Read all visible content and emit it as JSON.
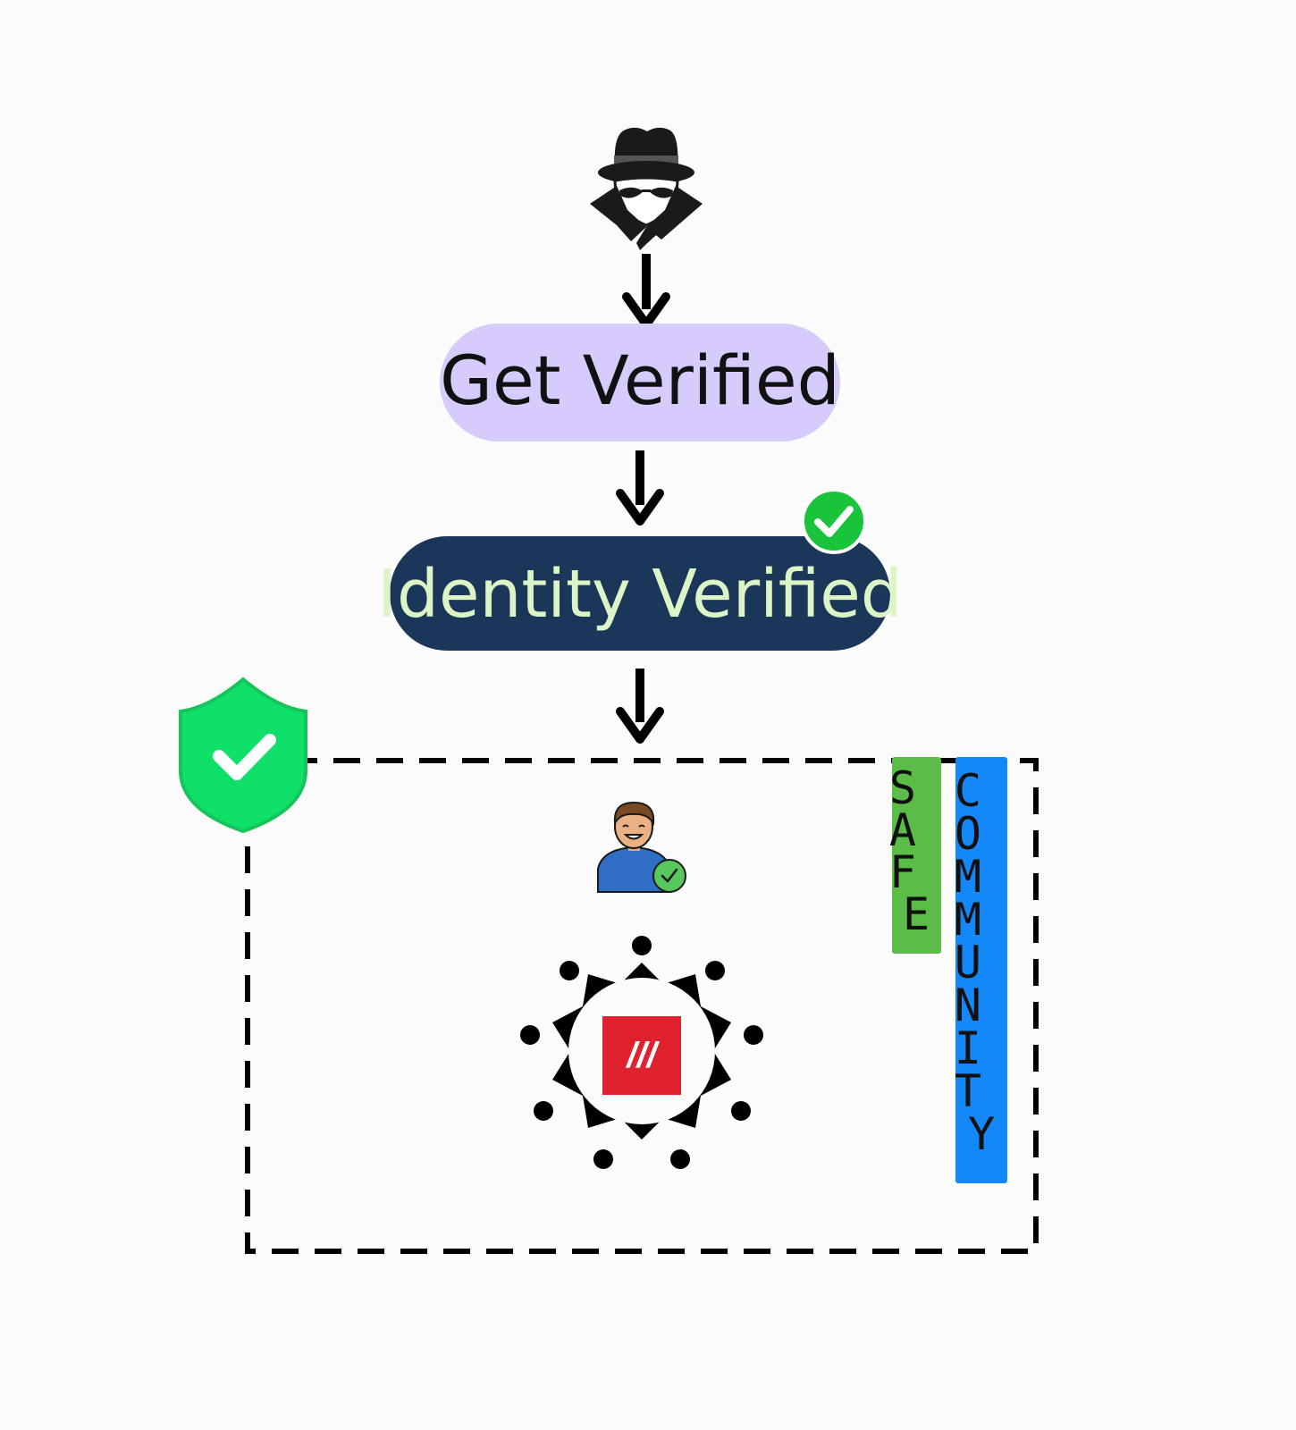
{
  "flow": {
    "step1_label": "Get Verified",
    "step2_label": "Identity Verified"
  },
  "community": {
    "safe_label": "SAFE",
    "community_label": "COMMUNITY",
    "logo_text": "///"
  },
  "icons": {
    "anonymous_user": "spy-icon",
    "verified_badge": "checkmark-badge-icon",
    "shield": "shield-check-icon",
    "verified_user": "verified-user-avatar-icon",
    "community_group": "people-circle-icon"
  },
  "colors": {
    "step1_bg": "#d6cbfb",
    "step2_bg": "#1a3658",
    "step2_text": "#ddf5c6",
    "check_green": "#19c43a",
    "shield_green": "#0ee06a",
    "safe_bg": "#5bbd48",
    "community_bg": "#1488f8",
    "logo_red": "#e0212e"
  }
}
